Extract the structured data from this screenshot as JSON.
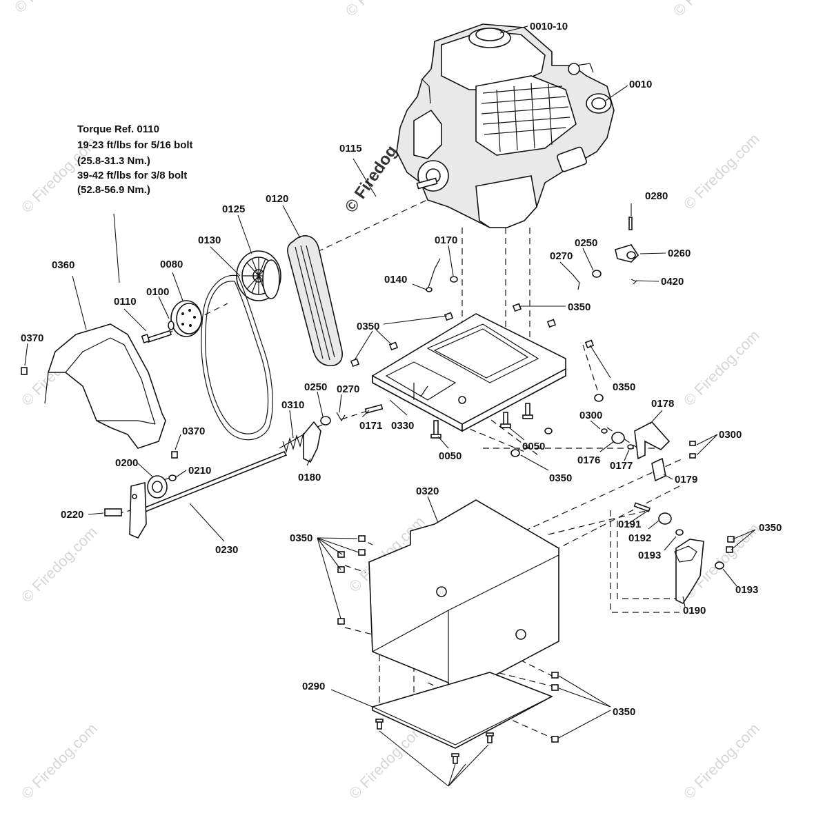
{
  "torque_note": {
    "line1": "Torque Ref. 0110",
    "line2": "19-23 ft/lbs for 5/16 bolt",
    "line3": "(25.8-31.3 Nm.)",
    "line4": "39-42 ft/lbs for 3/8 bolt",
    "line5": "(52.8-56.9 Nm.)"
  },
  "watermark": {
    "center": "© Firedog",
    "site": "© Firedog.com"
  },
  "callouts": {
    "p0010_10": "0010-10",
    "p0010": "0010",
    "p0115": "0115",
    "p0120": "0120",
    "p0125": "0125",
    "p0130": "0130",
    "p0080": "0080",
    "p0360": "0360",
    "p0100": "0100",
    "p0110": "0110",
    "p0370_a": "0370",
    "p0370_b": "0370",
    "p0170": "0170",
    "p0140": "0140",
    "p0280": "0280",
    "p0250_a": "0250",
    "p0260": "0260",
    "p0270_a": "0270",
    "p0420": "0420",
    "p0350_a": "0350",
    "p0350_b": "0350",
    "p0350_c": "0350",
    "p0350_d": "0350",
    "p0350_e": "0350",
    "p0350_f": "0350",
    "p0350_g": "0350",
    "p0250_b": "0250",
    "p0270_b": "0270",
    "p0310": "0310",
    "p0171": "0171",
    "p0330": "0330",
    "p0050_a": "0050",
    "p0050_b": "0050",
    "p0300_a": "0300",
    "p0300_b": "0300",
    "p0178": "0178",
    "p0176": "0176",
    "p0177": "0177",
    "p0179": "0179",
    "p0180": "0180",
    "p0200": "0200",
    "p0210": "0210",
    "p0220": "0220",
    "p0230": "0230",
    "p0320": "0320",
    "p0191": "0191",
    "p0192": "0192",
    "p0193_a": "0193",
    "p0193_b": "0193",
    "p0190": "0190",
    "p0290": "0290"
  },
  "colors": {
    "ink": "#111111",
    "watermark": "#d6d6d6",
    "background": "#ffffff"
  }
}
